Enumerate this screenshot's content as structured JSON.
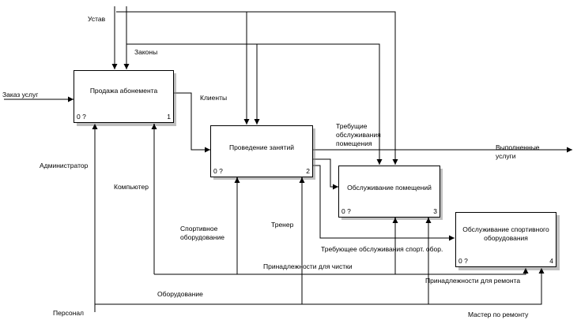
{
  "activities": [
    {
      "title": "Продажа абонемента",
      "cost": "0 ?",
      "number": "1"
    },
    {
      "title": "Проведение занятий",
      "cost": "0 ?",
      "number": "2"
    },
    {
      "title": "Обслуживание помещений",
      "cost": "0 ?",
      "number": "3"
    },
    {
      "title_line1": "Обслуживание спортивного",
      "title_line2": "оборудования",
      "cost": "0 ?",
      "number": "4"
    }
  ],
  "labels": {
    "ustav": "Устав",
    "zakony": "Законы",
    "zakaz": "Заказ услуг",
    "klienty": "Клиенты",
    "trebuyushchie_1": "Требущие",
    "trebuyushchie_2": "обслуживания",
    "trebuyushchie_3": "помещения",
    "vypolnennye_1": "Выполненные",
    "vypolnennye_2": "услуги",
    "administrator": "Администратор",
    "kompyuter": "Компьютер",
    "sport_ob_1": "Спортивное",
    "sport_ob_2": "оборудование",
    "trener": "Тренер",
    "treb_sport": "Требующее обслуживания спорт. обор.",
    "prinadl_chistki": "Принадлежности для чистки",
    "prinadl_remonta": "Принадлежности для ремонта",
    "oborudovanie": "Оборудование",
    "personal": "Персонал",
    "master": "Мастер по ремонту"
  }
}
